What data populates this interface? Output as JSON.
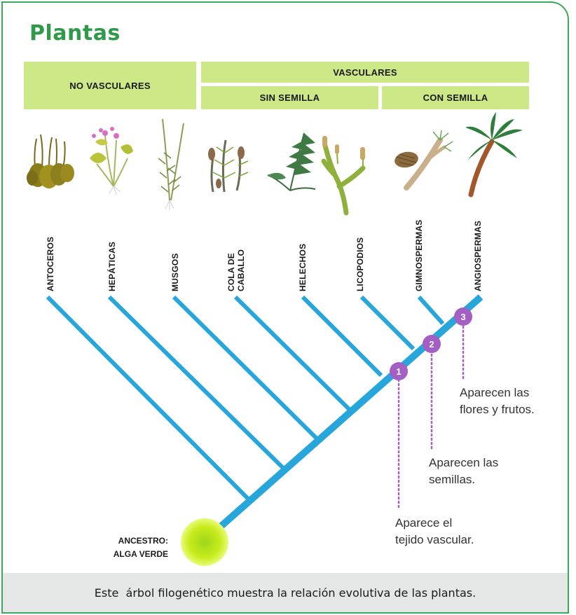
{
  "title": "Plantas",
  "headers": {
    "no_vasculares": "NO VASCULARES",
    "vasculares": "VASCULARES",
    "sin_semilla": "SIN SEMILLA",
    "con_semilla": "CON SEMILLA"
  },
  "taxa": [
    {
      "id": "antoceros",
      "lines": [
        "ANTOCEROS"
      ]
    },
    {
      "id": "hepaticas",
      "lines": [
        "HEPÁTICAS"
      ]
    },
    {
      "id": "musgos",
      "lines": [
        "MUSGOS"
      ]
    },
    {
      "id": "cola-de-caballo",
      "lines": [
        "COLA DE",
        "CABALLO"
      ]
    },
    {
      "id": "helechos",
      "lines": [
        "HELECHOS"
      ]
    },
    {
      "id": "licopodios",
      "lines": [
        "LICOPODIOS"
      ]
    },
    {
      "id": "gimnospermas",
      "lines": [
        "GIMNOSPERMAS"
      ]
    },
    {
      "id": "angiospermas",
      "lines": [
        "ANGIOSPERMAS"
      ]
    }
  ],
  "ancestor": [
    "ANCESTRO:",
    "ALGA VERDE"
  ],
  "events": [
    {
      "num": "1",
      "lines": [
        "Aparece el",
        "tejido vascular."
      ]
    },
    {
      "num": "2",
      "lines": [
        "Aparecen las",
        "semillas."
      ]
    },
    {
      "num": "3",
      "lines": [
        "Aparecen las",
        "flores y frutos."
      ]
    }
  ],
  "footer": "Este  árbol filogenético muestra la relación evolutiva de las plantas.",
  "colors": {
    "title": "#2e9a4a",
    "border": "#3aaa5c",
    "header_bg": "#cde886",
    "branch": "#27a6dc",
    "badge": "#a35fc4",
    "ancestor": "#c8ec1c",
    "footer_bg": "#e5e6e6"
  },
  "icons": [
    "antoceros-plant-icon",
    "hepatica-plant-icon",
    "moss-plant-icon",
    "horsetail-plant-icon",
    "fern-plant-icon",
    "clubmoss-plant-icon",
    "pine-branch-cone-icon",
    "palm-tree-icon"
  ]
}
